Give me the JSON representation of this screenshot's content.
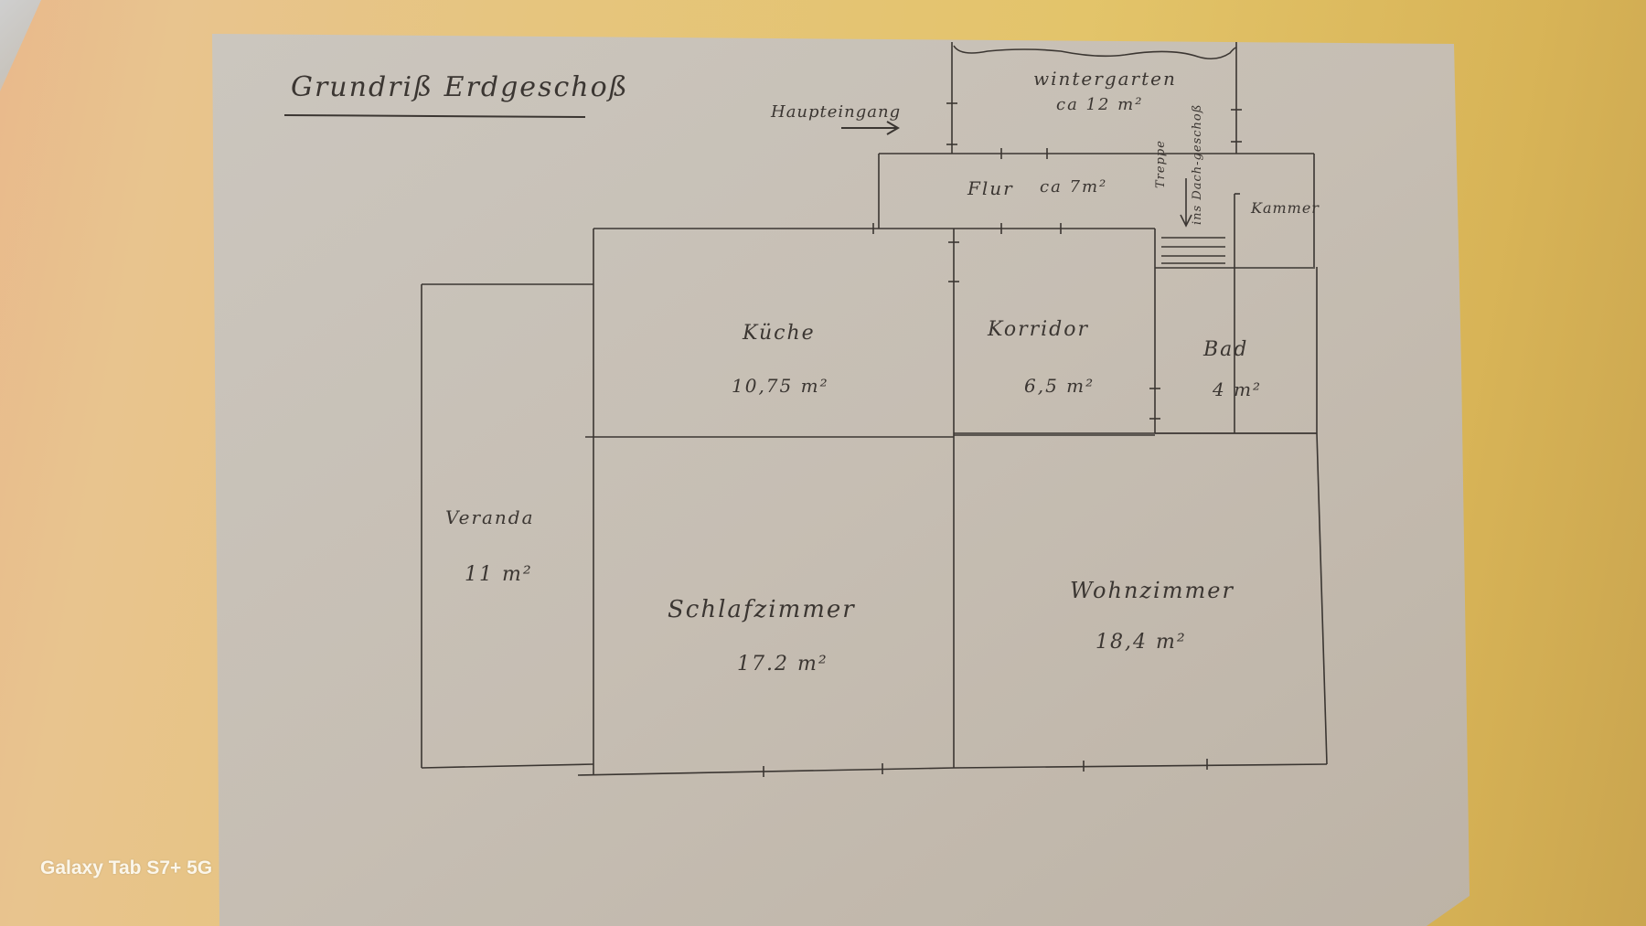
{
  "document": {
    "title": "Grundriß Erdgeschoß",
    "entrance_label": "Haupteingang"
  },
  "rooms": [
    {
      "id": "wintergarten",
      "name": "wintergarten",
      "area": "ca 12 m²"
    },
    {
      "id": "flur",
      "name": "Flur",
      "area": "ca 7m²"
    },
    {
      "id": "treppe",
      "name": "Treppe",
      "note": "ins Dach-geschoß"
    },
    {
      "id": "kammer",
      "name": "Kammer",
      "area": ""
    },
    {
      "id": "kueche",
      "name": "Küche",
      "area": "10,75 m²"
    },
    {
      "id": "korridor",
      "name": "Korridor",
      "area": "6,5 m²"
    },
    {
      "id": "bad",
      "name": "Bad",
      "area": "4 m²"
    },
    {
      "id": "veranda",
      "name": "Veranda",
      "area": "11 m²"
    },
    {
      "id": "schlafzimmer",
      "name": "Schlafzimmer",
      "area": "17.2 m²"
    },
    {
      "id": "wohnzimmer",
      "name": "Wohnzimmer",
      "area": "18,4 m²"
    }
  ],
  "camera_watermark": "Galaxy Tab S7+ 5G",
  "colors": {
    "background": "#e3c46a",
    "paper": "#c9c3b9",
    "ink": "#3b3632"
  }
}
